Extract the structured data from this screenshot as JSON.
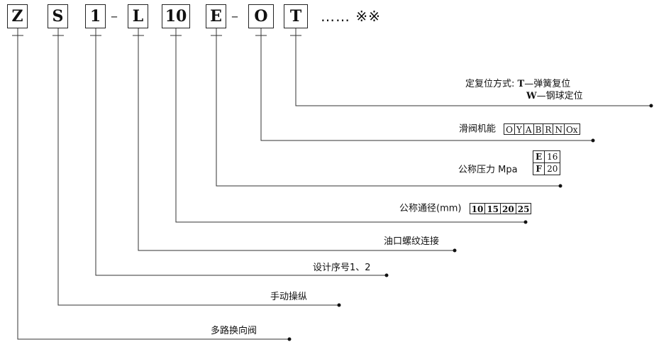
{
  "code": {
    "chars": [
      "Z",
      "S",
      "1",
      "L",
      "10",
      "E",
      "O",
      "T"
    ],
    "separators": [
      "–",
      "–"
    ],
    "suffix": "…… ※※"
  },
  "fields": {
    "reset": {
      "label": "定复位方式:",
      "option1_key": "T",
      "option1_text": "—弹簧复位",
      "option2_key": "W",
      "option2_text": "—钢球定位"
    },
    "spool": {
      "label": "滑阀机能",
      "options": [
        "O",
        "Y",
        "A",
        "B",
        "R",
        "N",
        "Ox"
      ]
    },
    "pressure": {
      "label": "公称压力 Mpa",
      "rows": [
        {
          "key": "E",
          "value": "16"
        },
        {
          "key": "F",
          "value": "20"
        }
      ]
    },
    "diameter": {
      "label": "公称通径(mm)",
      "options": [
        "10",
        "15",
        "20",
        "25"
      ]
    },
    "port": {
      "label": "油口螺纹连接"
    },
    "serial": {
      "label": "设计序号1、2"
    },
    "manual": {
      "label": "手动操纵"
    },
    "valve": {
      "label": "多路换向阀"
    }
  }
}
